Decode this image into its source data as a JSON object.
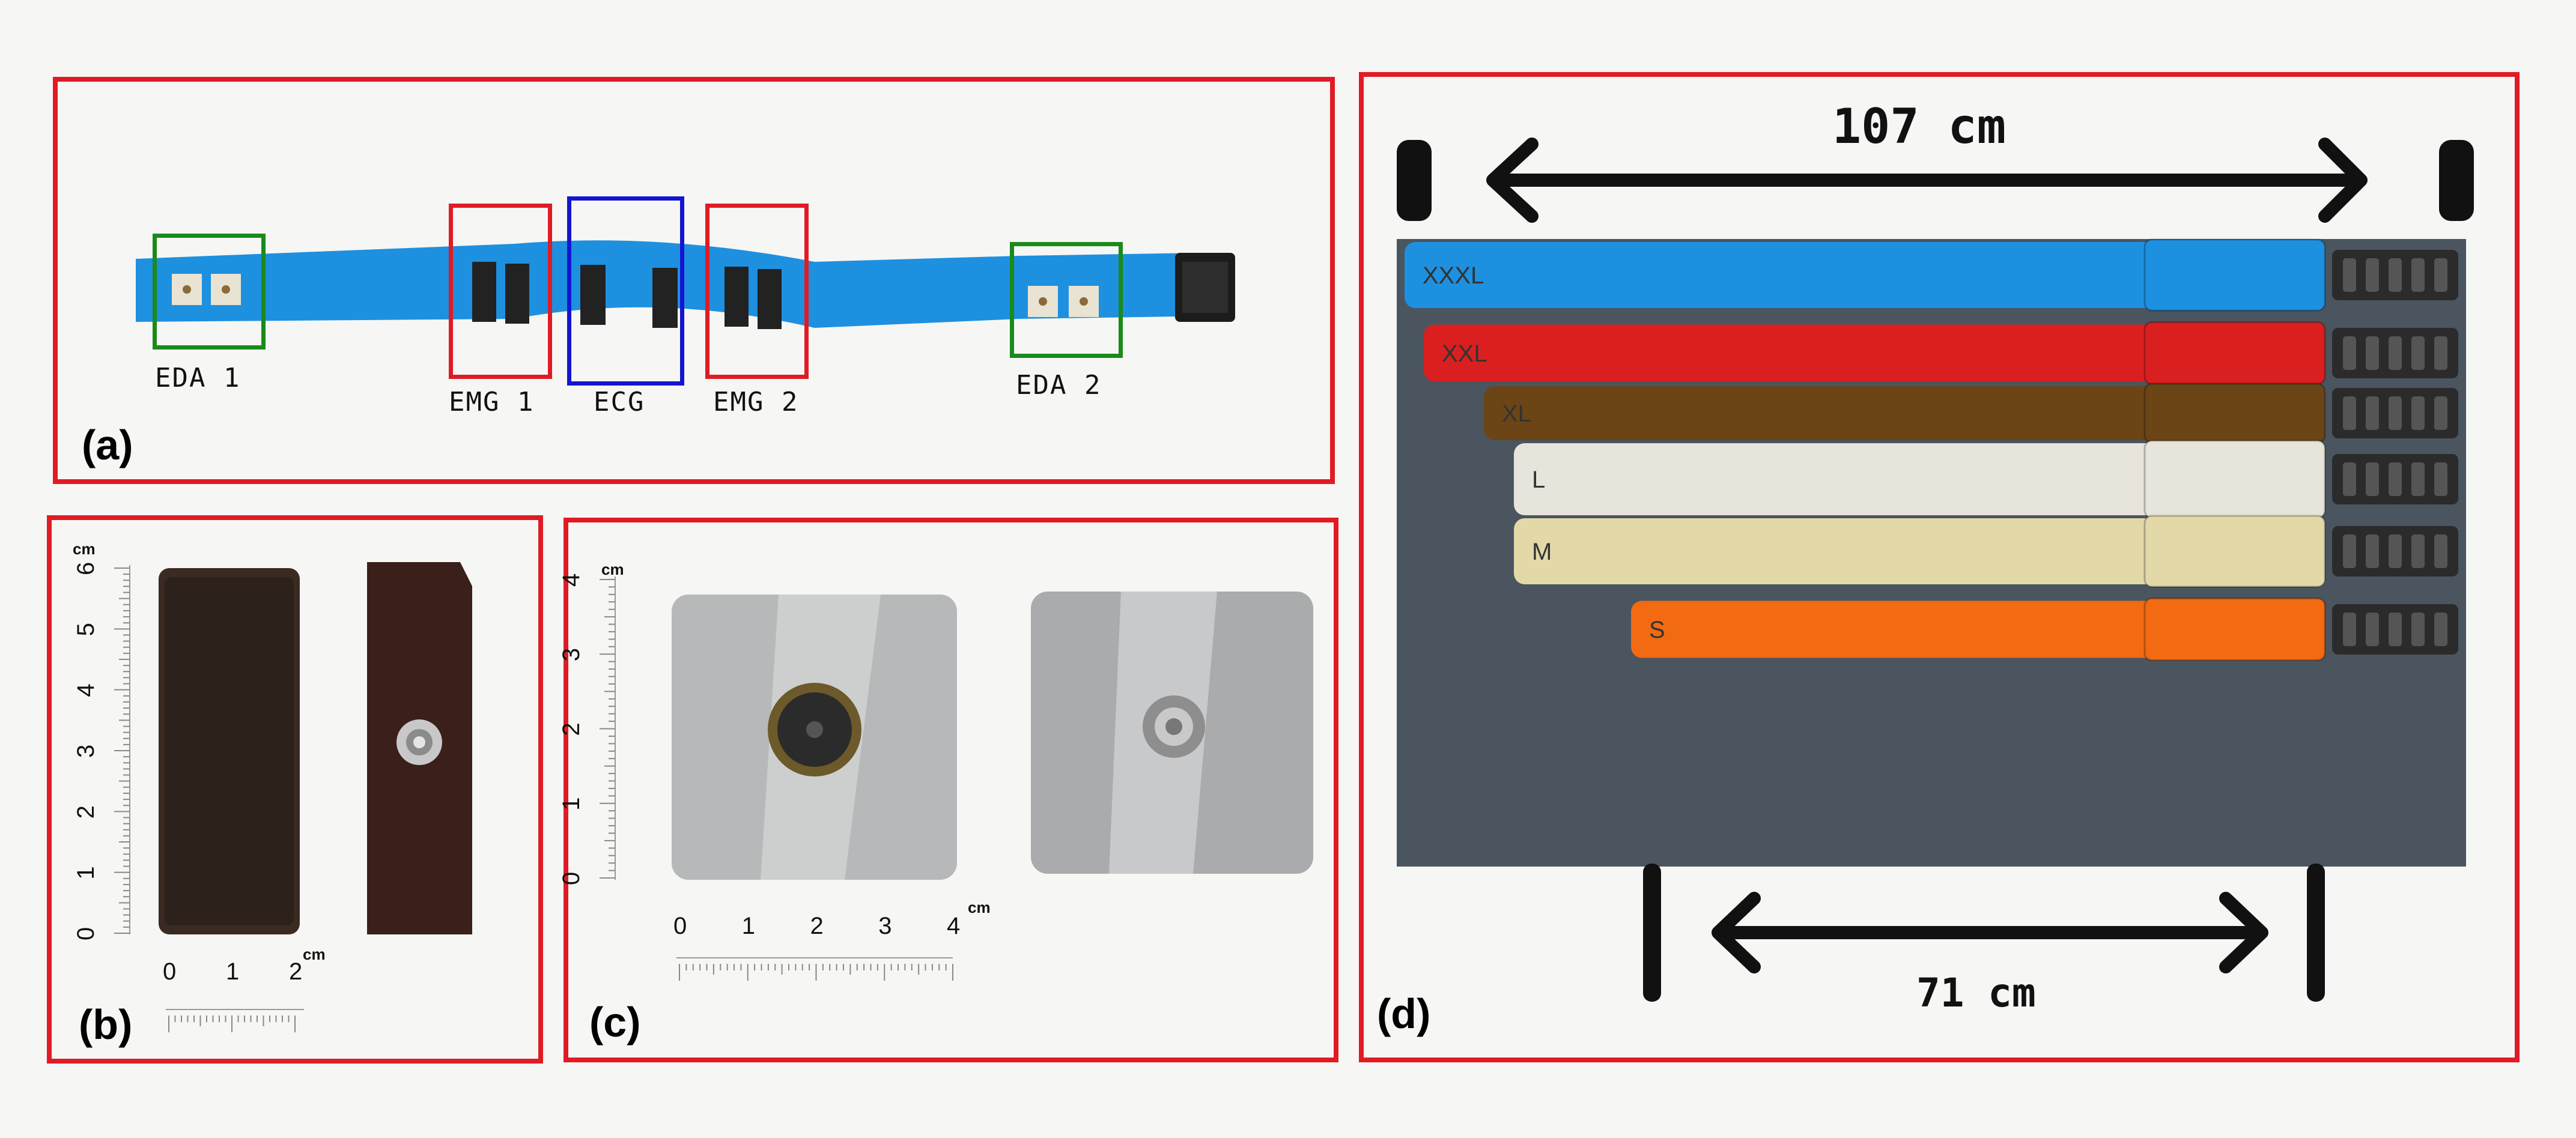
{
  "panels": {
    "a": {
      "letter": "(a)",
      "labels": {
        "eda1": "EDA 1",
        "emg1": "EMG 1",
        "ecg": "ECG",
        "emg2": "EMG 2",
        "eda2": "EDA 2"
      },
      "colors": {
        "strap": "#1e90e0",
        "eda_box": "#1a8a1a",
        "emg_box": "#e01b24",
        "ecg_box": "#1414d2"
      }
    },
    "b": {
      "letter": "(b)",
      "ruler_vertical": {
        "unit": "cm",
        "ticks": [
          "0",
          "1",
          "2",
          "3",
          "4",
          "5",
          "6"
        ]
      },
      "ruler_horizontal": {
        "unit": "cm",
        "ticks": [
          "0",
          "1",
          "2"
        ]
      }
    },
    "c": {
      "letter": "(c)",
      "ruler_vertical": {
        "unit": "cm",
        "ticks": [
          "0",
          "1",
          "2",
          "3",
          "4"
        ]
      },
      "ruler_horizontal": {
        "unit": "cm",
        "ticks": [
          "0",
          "1",
          "2",
          "3",
          "4"
        ]
      }
    },
    "d": {
      "letter": "(d)",
      "top_measure": "107 cm",
      "bottom_measure": "71 cm",
      "straps": [
        {
          "size": "XXXL",
          "color": "#1e90e0"
        },
        {
          "size": "XXL",
          "color": "#d91f1f"
        },
        {
          "size": "XL",
          "color": "#6b4516"
        },
        {
          "size": "L",
          "color": "#e7e4dc"
        },
        {
          "size": "M",
          "color": "#e2d8a8"
        },
        {
          "size": "S",
          "color": "#f26a12"
        }
      ]
    }
  }
}
